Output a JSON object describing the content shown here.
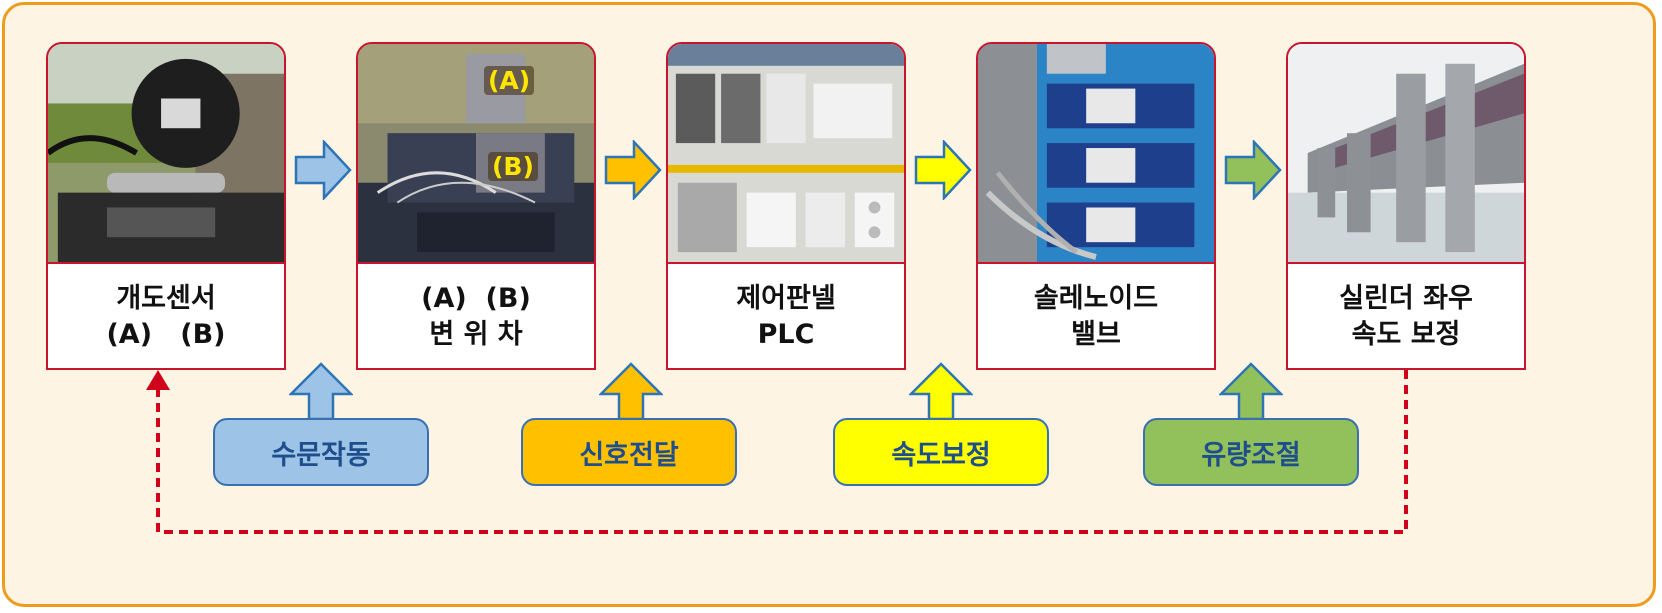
{
  "steps": [
    {
      "line1": "개도센서",
      "line2": "(A)   (B)"
    },
    {
      "line1": "(A)  (B)",
      "line2": "변 위 차"
    },
    {
      "line1": "제어판넬",
      "line2": "PLC"
    },
    {
      "line1": "솔레노이드",
      "line2": "밸브"
    },
    {
      "line1": "실린더 좌우",
      "line2": "속도 보정"
    }
  ],
  "photo_labels": {
    "a": "(A)",
    "b": "(B)"
  },
  "actions": [
    {
      "label": "수문작동",
      "color": "#9dc3e6",
      "border": "#3a6fb0",
      "text": "#1f4e8c"
    },
    {
      "label": "신호전달",
      "color": "#ffc000",
      "border": "#3a6fb0",
      "text": "#1f4e8c"
    },
    {
      "label": "속도보정",
      "color": "#ffff00",
      "border": "#3a6fb0",
      "text": "#1f4e8c"
    },
    {
      "label": "유량조절",
      "color": "#92c05a",
      "border": "#3a6fb0",
      "text": "#1f4e8c"
    }
  ],
  "colors": {
    "frame_border": "#ef9b1f",
    "frame_fill": "#fdf4e3",
    "card_border": "#c8142c",
    "feedback_line": "#d0021b",
    "arrow_outline": "#2e75b6"
  }
}
